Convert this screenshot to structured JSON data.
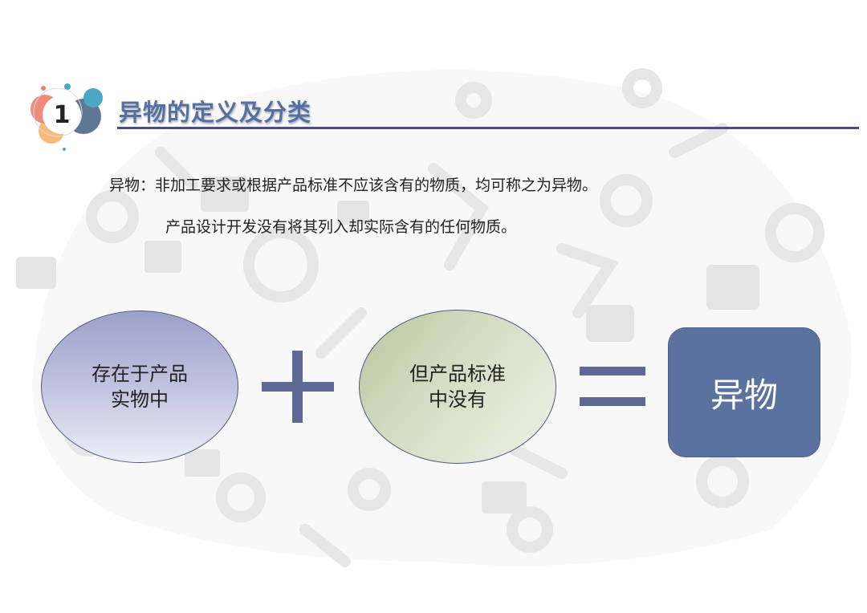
{
  "header": {
    "section_number": "1",
    "section_title": "异物的定义及分类"
  },
  "definition": {
    "line1": "异物：非加工要求或根据产品标准不应该含有的物质，均可称之为异物。",
    "line2": "产品设计开发没有将其列入却实际含有的任何物质。"
  },
  "equation": {
    "term1_line1": "存在于产品",
    "term1_line2": "实物中",
    "term2_line1": "但产品标准",
    "term2_line2": "中没有",
    "result": "异物"
  },
  "colors": {
    "title": "#55709e",
    "rule": "#4a4d7f",
    "operators": "#5e6a95",
    "result_box": "#5b72a0"
  }
}
